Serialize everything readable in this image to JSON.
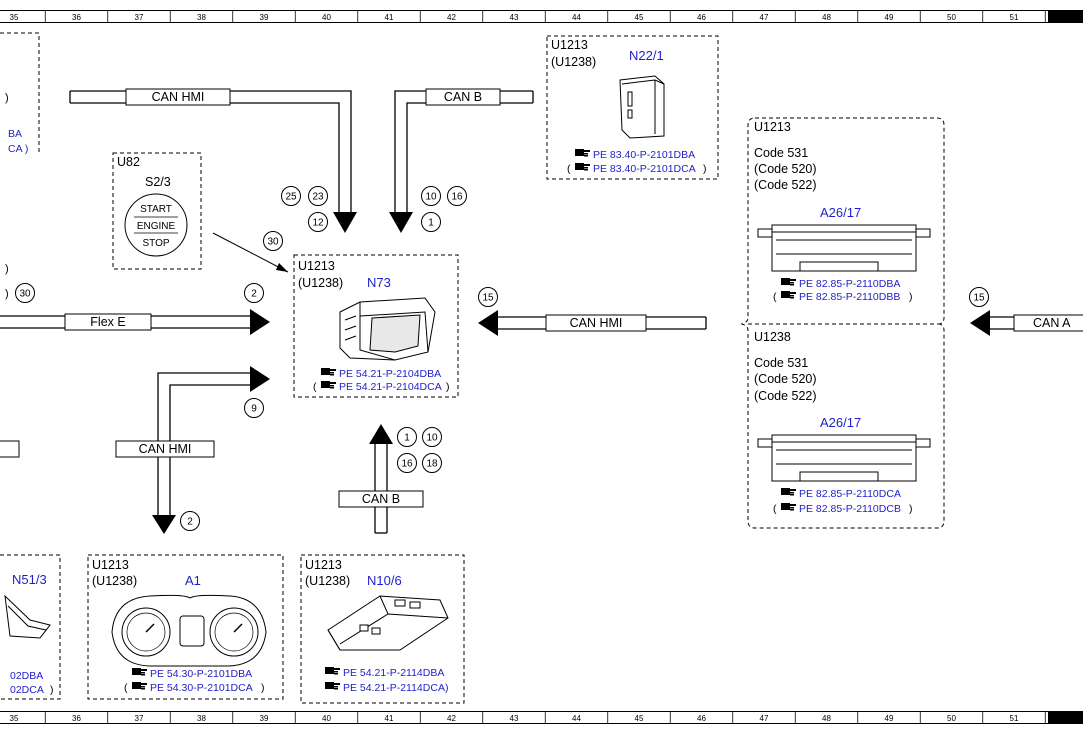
{
  "ruler": {
    "columns": [
      "35",
      "36",
      "37",
      "38",
      "39",
      "40",
      "41",
      "42",
      "43",
      "44",
      "45",
      "46",
      "47",
      "48",
      "49",
      "50",
      "51"
    ]
  },
  "buses": {
    "can_hmi_top": "CAN HMI",
    "can_b_top": "CAN B",
    "flex_e": "Flex E",
    "can_hmi_right": "CAN HMI",
    "can_hmi_left": "CAN HMI",
    "can_b_bottom": "CAN B",
    "can_a_right": "CAN A"
  },
  "pins": {
    "p25": "25",
    "p23": "23",
    "p12": "12",
    "p10a": "10",
    "p16a": "16",
    "p1a": "1",
    "p30": "30",
    "p2a": "2",
    "p15a": "15",
    "p9": "9",
    "p2b": "2",
    "p1b": "1",
    "p10b": "10",
    "p16b": "16",
    "p18": "18",
    "p15b": "15",
    "p30left": "30"
  },
  "left_partial": {
    "paren": ")",
    "ref1": "BA",
    "ref2": "CA )",
    "paren2": ")",
    "paren3": ")"
  },
  "u82": {
    "code": "U82",
    "name": "S2/3",
    "start": "START",
    "engine": "ENGINE",
    "stop": "STOP"
  },
  "n22": {
    "code1": "U1213",
    "code2": "(U1238)",
    "name": "N22/1",
    "ref1": "PE 83.40-P-2101DBA",
    "ref2": "PE 83.40-P-2101DCA",
    "ref2_open": "(",
    "ref2_close": ")"
  },
  "n73": {
    "code1": "U1213",
    "code2": "(U1238)",
    "name": "N73",
    "ref1": "PE 54.21-P-2104DBA",
    "ref2": "PE 54.21-P-2104DCA",
    "ref2_open": "(",
    "ref2_close": ")"
  },
  "a26_top": {
    "code": "U1213",
    "line1": "Code 531",
    "line2": "(Code 520)",
    "line3": "(Code 522)",
    "name": "A26/17",
    "ref1": "PE 82.85-P-2110DBA",
    "ref2": "PE 82.85-P-2110DBB",
    "ref2_open": "(",
    "ref2_close": ")"
  },
  "a26_bottom": {
    "code": "U1238",
    "line1": "Code 531",
    "line2": "(Code 520)",
    "line3": "(Code 522)",
    "name": "A26/17",
    "ref1": "PE 82.85-P-2110DCA",
    "ref2": "PE 82.85-P-2110DCB",
    "ref2_open": "(",
    "ref2_close": ")"
  },
  "n51": {
    "name": "N51/3",
    "ref1": "02DBA",
    "ref2": "02DCA",
    "ref2_close": ")"
  },
  "a1": {
    "code1": "U1213",
    "code2": "(U1238)",
    "name": "A1",
    "ref1": "PE 54.30-P-2101DBA",
    "ref2": "PE 54.30-P-2101DCA",
    "ref2_open": "(",
    "ref2_close": ")"
  },
  "n10": {
    "code1": "U1213",
    "code2": "(U1238)",
    "name": "N10/6",
    "ref1": "PE 54.21-P-2114DBA",
    "ref2": "PE 54.21-P-2114DCA)"
  }
}
